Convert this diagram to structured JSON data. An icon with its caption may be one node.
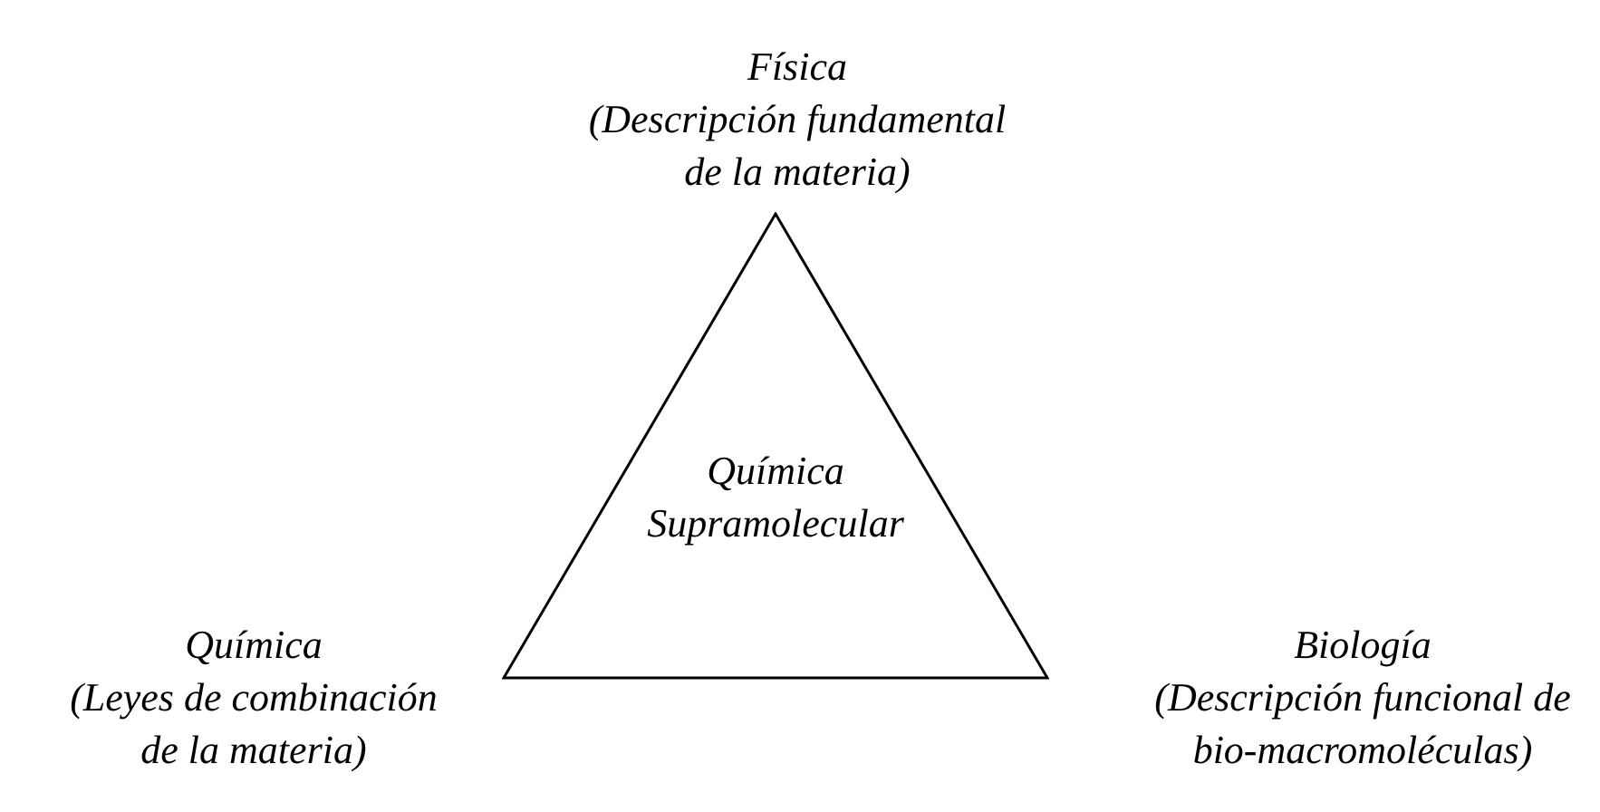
{
  "diagram": {
    "nodes": [
      {
        "text": [
          "Química Supramolecular"
        ]
      }
    ],
    "labels": [
      "Física",
      "(Descripción fundamental de la materia)",
      "Química",
      "(Leyes de combinación de la materia)",
      "Biología",
      "(Descripción funcional de bio-macromoléculas)"
    ]
  }
}
